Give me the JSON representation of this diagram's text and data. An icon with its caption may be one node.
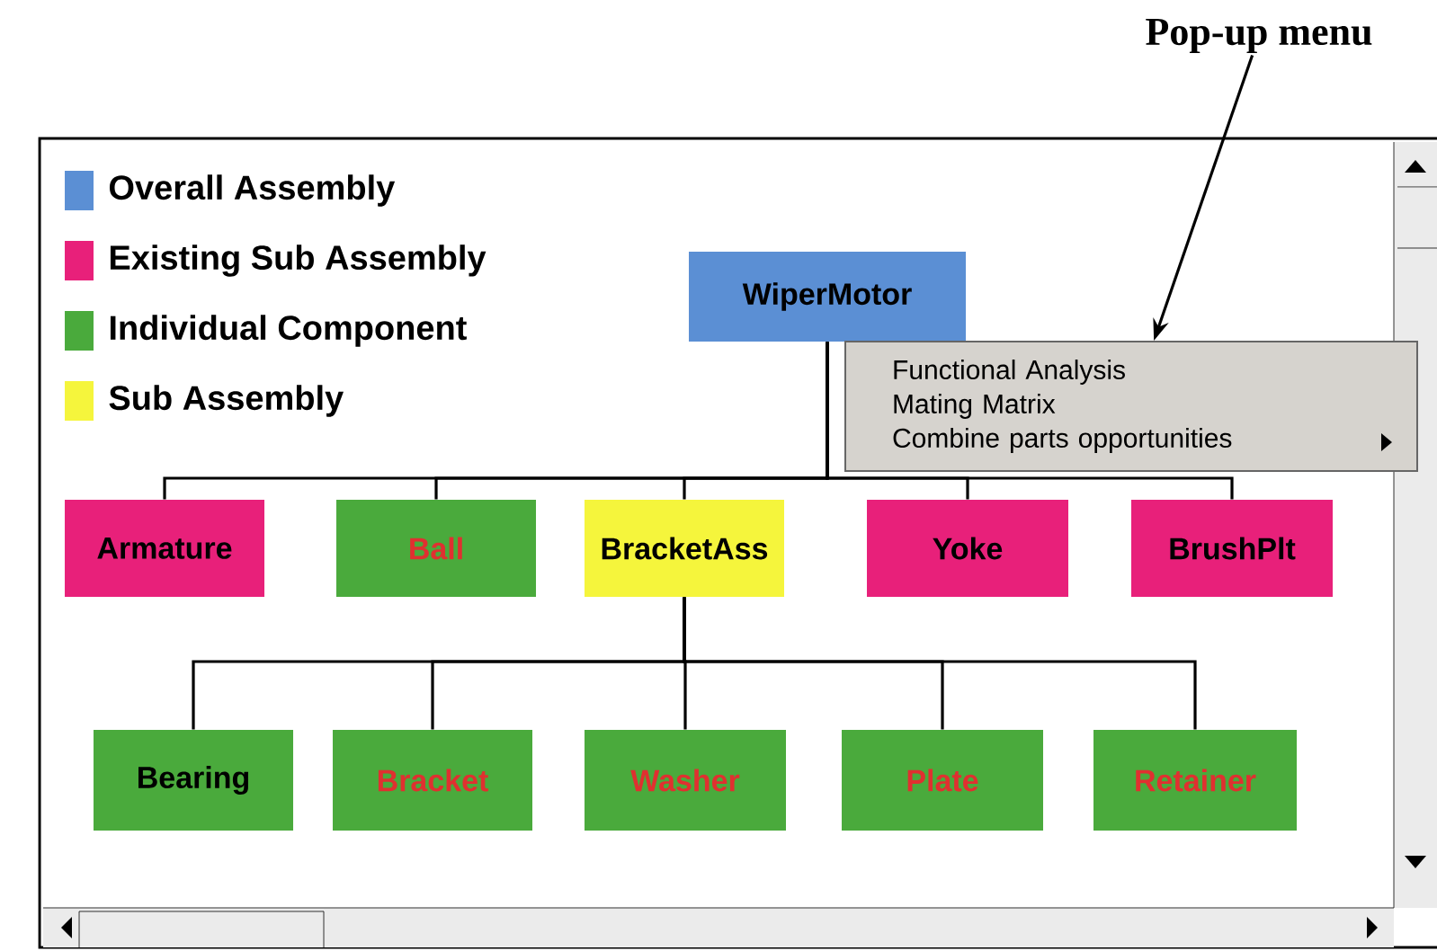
{
  "diagram": {
    "nodes": [
      {
        "text": [
          "Pop-up menu"
        ]
      },
      {
        "text": [
          "WiperMotor"
        ]
      },
      {
        "text": [
          "Functional Analysis",
          "Mating Matrix",
          "Combine parts opportunities"
        ]
      },
      {
        "text": [
          "Armature"
        ]
      },
      {
        "text": [
          "Ball"
        ]
      },
      {
        "text": [
          "BracketAss"
        ]
      },
      {
        "text": [
          "Yoke"
        ]
      },
      {
        "text": [
          "BrushPlt"
        ]
      },
      {
        "text": [
          "Bearing"
        ]
      },
      {
        "text": [
          "Bracket"
        ]
      },
      {
        "text": [
          "Washer"
        ]
      },
      {
        "text": [
          "Plate"
        ]
      },
      {
        "text": [
          "Retainer"
        ]
      }
    ],
    "edges": [
      {
        "from": 0,
        "to": 2,
        "arrow": "to"
      },
      {
        "from": 1,
        "to": 3,
        "arrow": "none"
      },
      {
        "from": 1,
        "to": 4,
        "arrow": "none"
      },
      {
        "from": 1,
        "to": 5,
        "arrow": "none"
      },
      {
        "from": 1,
        "to": 6,
        "arrow": "none"
      },
      {
        "from": 1,
        "to": 7,
        "arrow": "none"
      },
      {
        "from": 5,
        "to": 8,
        "arrow": "none"
      },
      {
        "from": 5,
        "to": 9,
        "arrow": "none"
      },
      {
        "from": 5,
        "to": 10,
        "arrow": "none"
      },
      {
        "from": 5,
        "to": 11,
        "arrow": "none"
      },
      {
        "from": 5,
        "to": 12,
        "arrow": "none"
      }
    ],
    "legend": [
      {
        "text": "Overall Assembly",
        "color": "#5b8fd4"
      },
      {
        "text": "Existing Sub Assembly",
        "color": "#e8207a"
      },
      {
        "text": "Individual Component",
        "color": "#4aaa3c"
      },
      {
        "text": "Sub Assembly",
        "color": "#f5f53c"
      }
    ]
  }
}
